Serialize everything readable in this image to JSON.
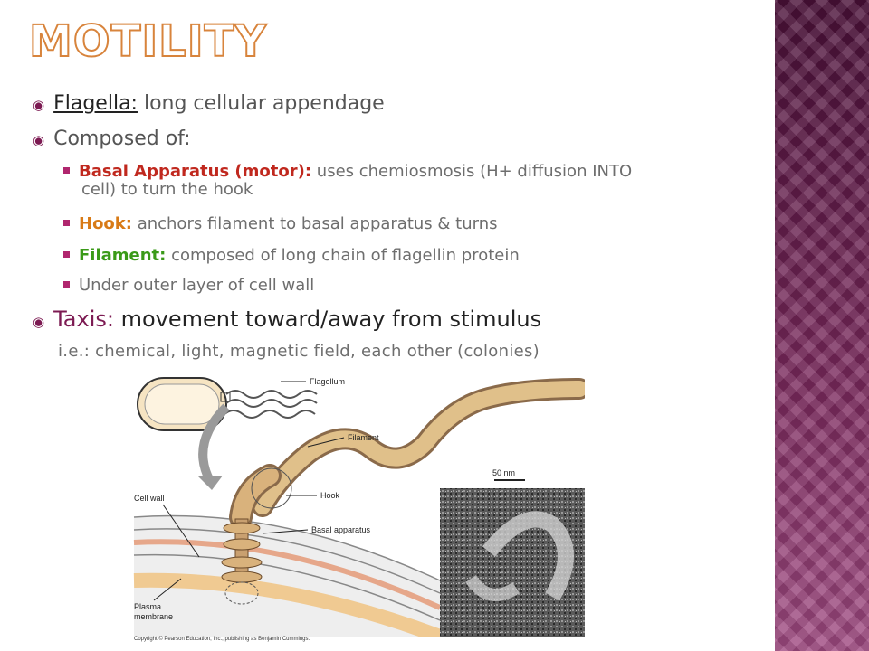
{
  "slide": {
    "title": "Motility",
    "bullets": [
      {
        "term": "Flagella:",
        "text": " long cellular appendage"
      },
      {
        "text": "Composed of:"
      }
    ],
    "sub_bullets": [
      {
        "term": "Basal Apparatus (motor):",
        "text": " uses chemiosmosis (H+ diffusion INTO",
        "cont": "cell) to turn the hook",
        "color": "#c0281e"
      },
      {
        "term": "Hook:",
        "text": " anchors filament to basal apparatus & turns",
        "color": "#d87a16"
      },
      {
        "term": "Filament:",
        "text": " composed of long chain of flagellin protein",
        "color": "#3a9a18"
      },
      {
        "text": "Under outer layer of cell wall"
      }
    ],
    "taxis": {
      "term": "Taxis:",
      "text": " movement toward/away from stimulus",
      "examples": "i.e.: chemical, light, magnetic field, each other (colonies)"
    }
  },
  "figure": {
    "labels": {
      "flagellum": "Flagellum",
      "filament": "Filament",
      "scale": "50 nm",
      "hook": "Hook",
      "cell_wall": "Cell wall",
      "basal_apparatus": "Basal apparatus",
      "plasma_membrane_1": "Plasma",
      "plasma_membrane_2": "membrane"
    },
    "copyright": "Copyright © Pearson Education, Inc., publishing as Benjamin Cummings."
  },
  "colors": {
    "accent": "#7c1a52",
    "title_outline": "#d8843c",
    "panel": "#6a1a4c"
  }
}
